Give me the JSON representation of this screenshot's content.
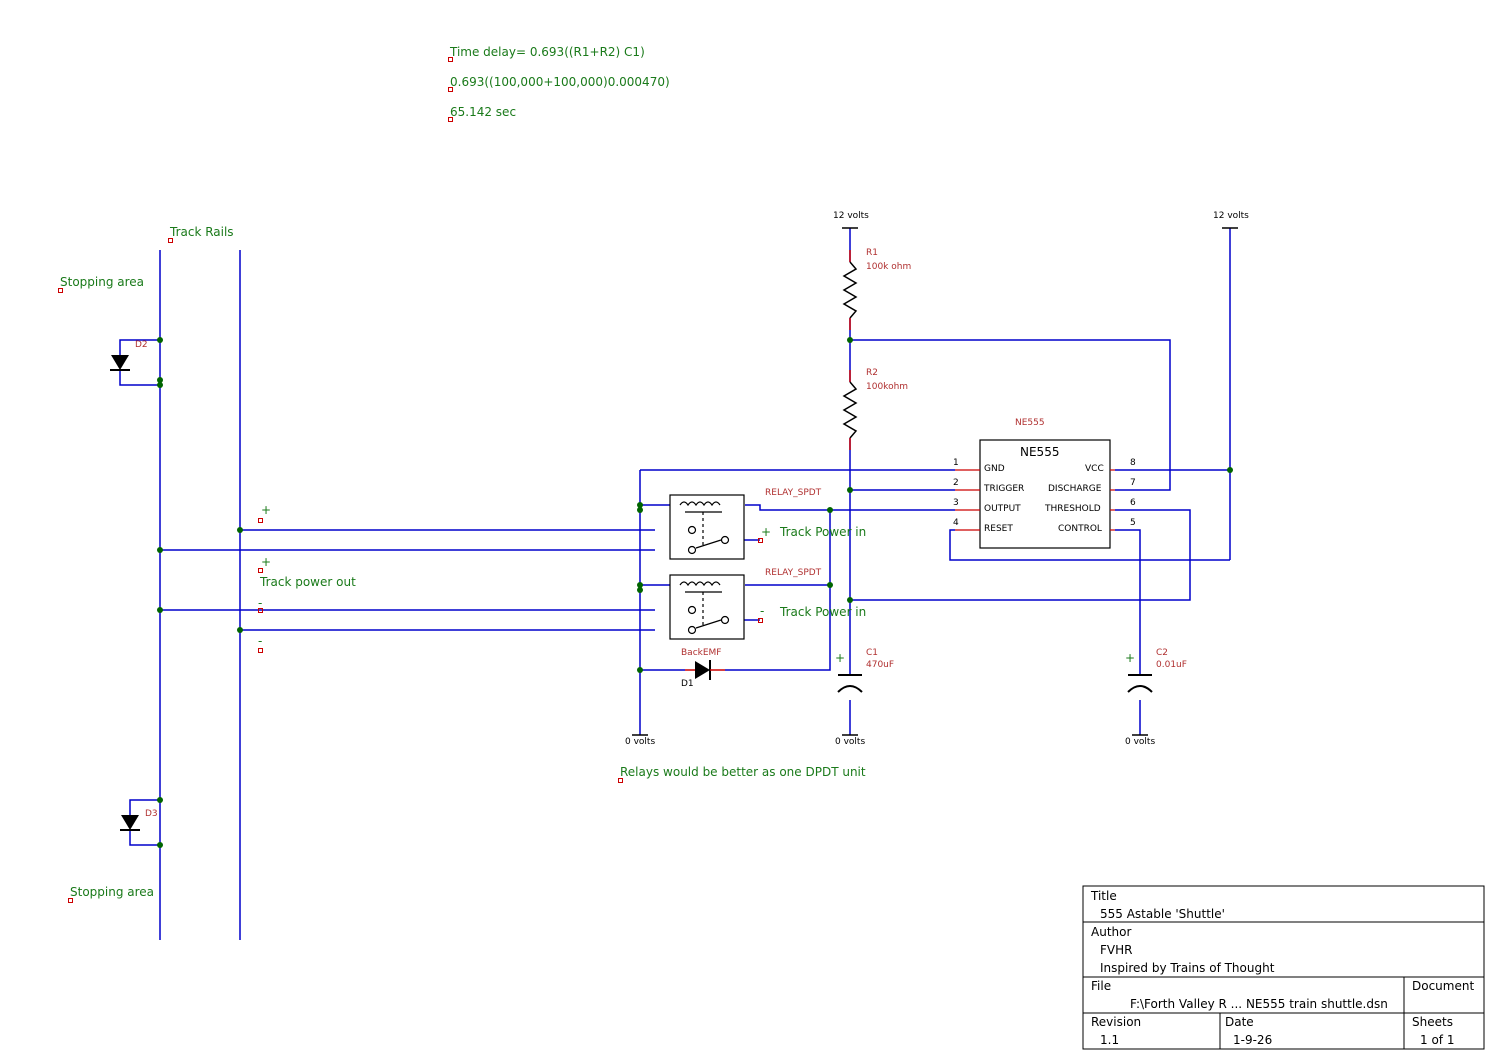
{
  "formula": {
    "line1": "Time delay= 0.693((R1+R2) C1)",
    "line2": "0.693((100,000+100,000)0.000470)",
    "line3": "65.142 sec"
  },
  "notes": {
    "track_rails": "Track Rails",
    "stopping_top": "Stopping area",
    "stopping_bottom": "Stopping area",
    "track_power_out": "Track power out",
    "track_power_in_pos": "Track Power in",
    "track_power_in_neg": "Track Power in",
    "relays_note": "Relays would be better as one DPDT unit",
    "plus": "+",
    "minus": "-"
  },
  "supply": {
    "v12": "12 volts",
    "v0": "0 volts"
  },
  "components": {
    "r1_ref": "R1",
    "r1_val": "100k ohm",
    "r2_ref": "R2",
    "r2_val": "100kohm",
    "c1_ref": "C1",
    "c1_val": "470uF",
    "c2_ref": "C2",
    "c2_val": "0.01uF",
    "d1_ref": "D1",
    "d1_val": "BackEMF",
    "d2_ref": "D2",
    "d3_ref": "D3",
    "relay_label": "RELAY_SPDT",
    "ic_label": "NE555",
    "ic_name": "NE555",
    "plus": "+"
  },
  "ic_pins": {
    "p1_num": "1",
    "p1_name": "GND",
    "p2_num": "2",
    "p2_name": "TRIGGER",
    "p3_num": "3",
    "p3_name": "OUTPUT",
    "p4_num": "4",
    "p4_name": "RESET",
    "p8_num": "8",
    "p8_name": "VCC",
    "p7_num": "7",
    "p7_name": "DISCHARGE",
    "p6_num": "6",
    "p6_name": "THRESHOLD",
    "p5_num": "5",
    "p5_name": "CONTROL"
  },
  "title_block": {
    "title_label": "Title",
    "title_value": "555 Astable 'Shuttle'",
    "author_label": "Author",
    "author_value1": "FVHR",
    "author_value2": "Inspired by Trains of Thought",
    "file_label": "File",
    "file_value": "F:\\Forth Valley R ... NE555 train shuttle.dsn",
    "document_label": "Document",
    "revision_label": "Revision",
    "revision_value": "1.1",
    "date_label": "Date",
    "date_value": "1-9-26",
    "sheets_label": "Sheets",
    "sheets_value": "1 of 1"
  },
  "colors": {
    "wire": "#0000cc",
    "junction": "#006400",
    "component_pin": "#cc0000",
    "note_text": "#1a7a1a",
    "label_text": "#b03030"
  }
}
